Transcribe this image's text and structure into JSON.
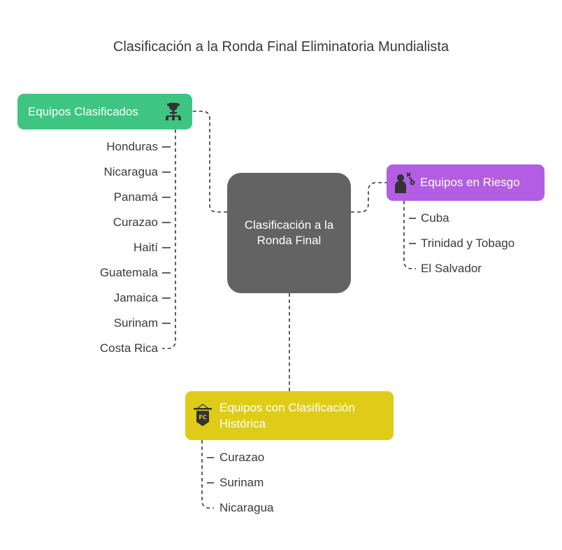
{
  "title": "Clasificación a la Ronda Final Eliminatoria Mundialista",
  "center": {
    "label": "Clasificación a la Ronda Final"
  },
  "branches": {
    "qualified": {
      "label": "Equipos Clasificados",
      "color": "#3ec581",
      "icon": "trophy-hierarchy-icon",
      "items": [
        "Honduras",
        "Nicaragua",
        "Panamá",
        "Curazao",
        "Haití",
        "Guatemala",
        "Jamaica",
        "Surinam",
        "Costa Rica"
      ]
    },
    "at_risk": {
      "label": "Equipos en Riesgo",
      "color": "#b35ee2",
      "icon": "strategy-person-icon",
      "items": [
        "Cuba",
        "Trinidad y Tobago",
        "El Salvador"
      ]
    },
    "historic": {
      "label": "Equipos con Clasificación Histórica",
      "color": "#dfcc18",
      "icon": "fc-banner-icon",
      "items": [
        "Curazao",
        "Surinam",
        "Nicaragua"
      ]
    }
  }
}
